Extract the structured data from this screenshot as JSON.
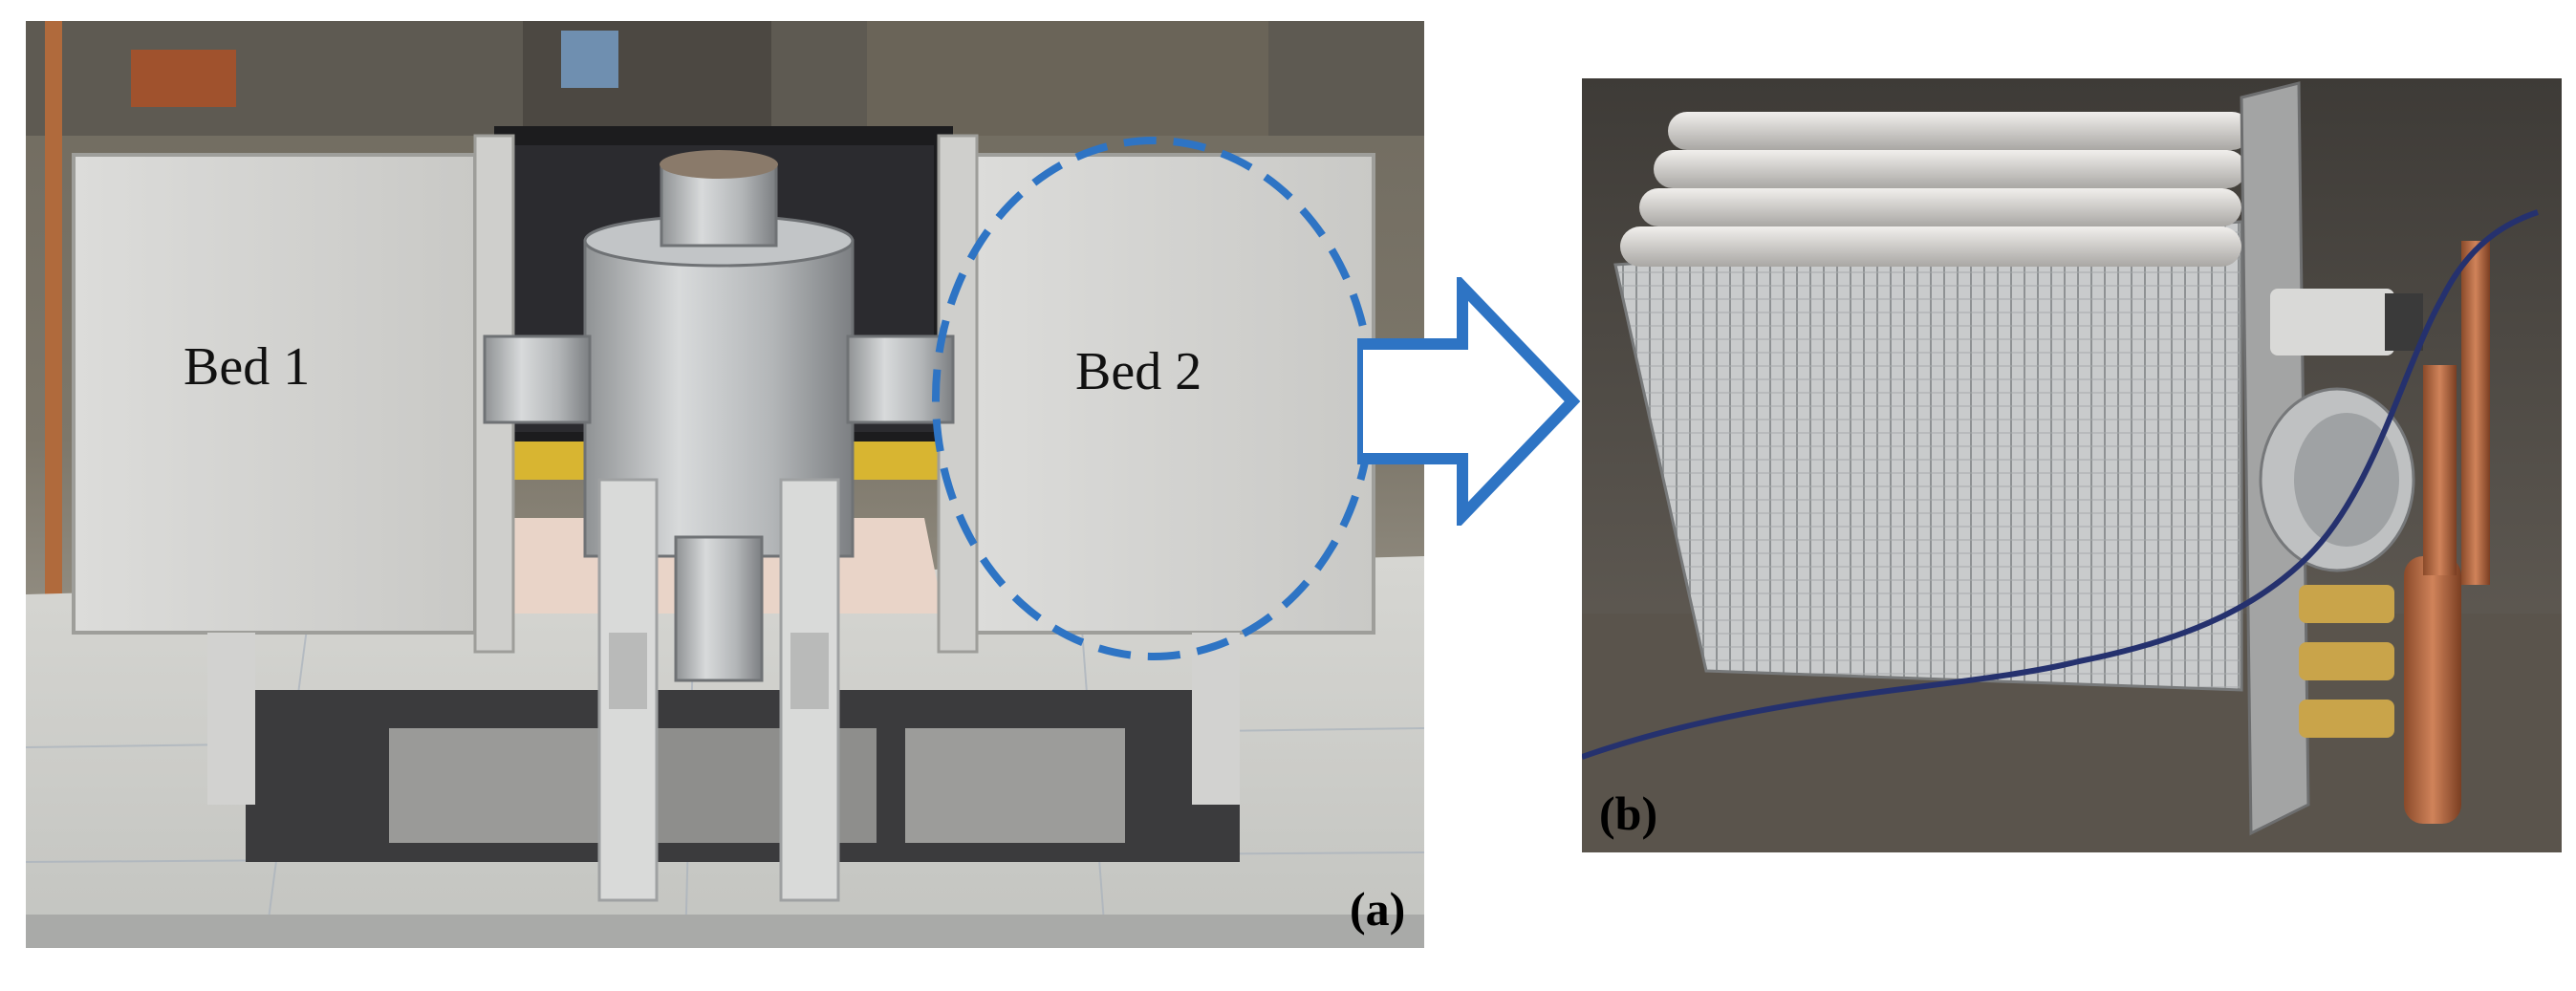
{
  "panel_a": {
    "bed1_label": "Bed 1",
    "bed2_label": "Bed 2",
    "tag": "(a)"
  },
  "panel_b": {
    "tag": "(b)"
  },
  "colors": {
    "highlight_circle": "#2e74c4",
    "arrow_outline": "#2e74c4"
  }
}
